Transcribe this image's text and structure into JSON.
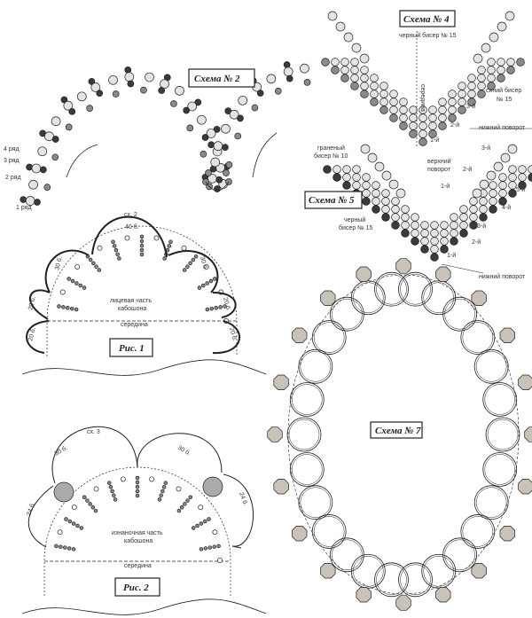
{
  "scheme2": {
    "title": "Схема № 2",
    "rows": [
      "4 ряд",
      "3 ряд",
      "2 ряд",
      "1 ряд"
    ]
  },
  "scheme4": {
    "title": "Схема № 4",
    "black_bead": "черный бисер № 15",
    "middle": "середина",
    "blue_bead_1": "синий бисер",
    "blue_bead_2": "№ 15",
    "r3": "3-й",
    "r2": "2-й",
    "r1": "1-й",
    "bottom_turn": "нижний поворот"
  },
  "scheme5": {
    "title": "Схема № 5",
    "faceted_1": "граненый",
    "faceted_2": "бисер № 10",
    "black_1": "черный",
    "black_2": "бисер № 15",
    "top_turn_1": "верхний",
    "top_turn_2": "поворот",
    "t1": "1-й",
    "t2": "2-й",
    "t3": "3-й",
    "t4": "4-й",
    "t5": "5-й",
    "b3": "3-й",
    "b2": "2-й",
    "b1": "1-й",
    "bottom_turn": "нижний поворот"
  },
  "fig1": {
    "title": "Рис. 1",
    "scheme": "сх. 2",
    "b40": "40 б.",
    "b30a": "30 б.",
    "b30b": "30 б.",
    "b20a": "20 б.",
    "b20b": "20 б.",
    "b20c": "20 б.",
    "b20d": "20 б.",
    "face_1": "лицевая часть",
    "face_2": "кабошона",
    "middle": "середина"
  },
  "fig2": {
    "title": "Рис. 2",
    "scheme": "сх. 3",
    "b30a": "30 б.",
    "b30b": "30 б.",
    "b24a": "24 б.",
    "b24b": "24 б.",
    "back_1": "изнаночная часть",
    "back_2": "кабошона",
    "middle": "середина"
  },
  "scheme7": {
    "title": "Схема № 7"
  },
  "colors": {
    "ink": "#222222",
    "dark_bead": "#3a3a3a",
    "grey_bead": "#8a8a8a",
    "light_bead": "#e4e4e4",
    "octagon": "#c9c2b8"
  }
}
